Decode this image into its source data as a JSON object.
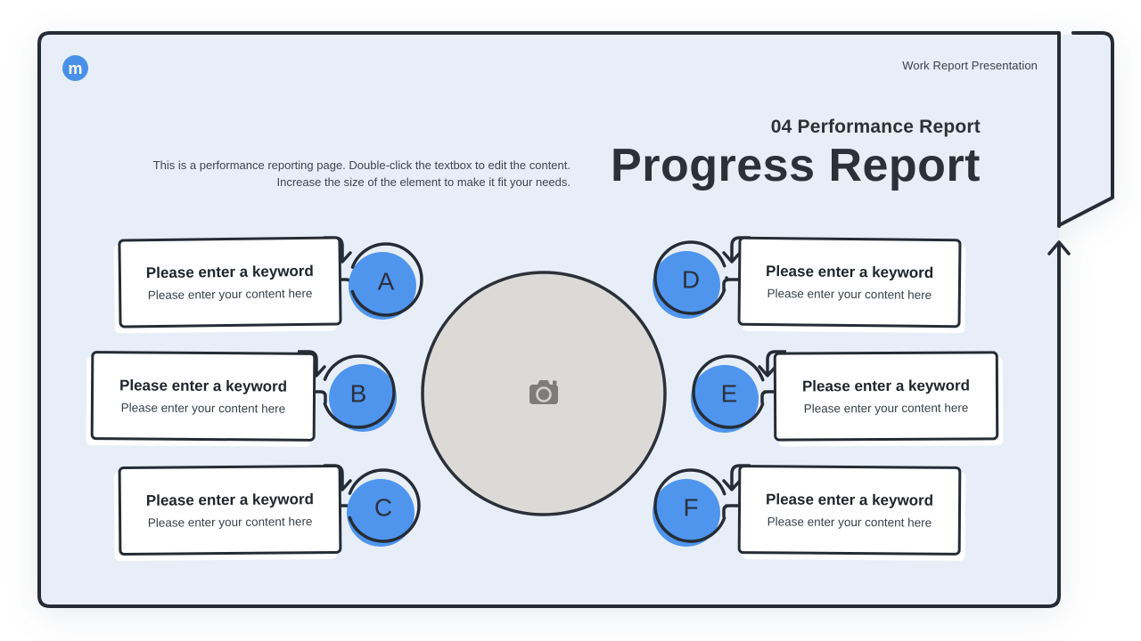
{
  "logo": {
    "letter": "m"
  },
  "header": {
    "presentation_label": "Work Report Presentation"
  },
  "title": {
    "kicker": "04 Performance Report",
    "main": "Progress Report"
  },
  "description": {
    "line1": "This is a performance reporting page. Double-click the textbox to edit the content.",
    "line2": "Increase the size of the element to make it fit your needs."
  },
  "items": [
    {
      "letter": "A",
      "keyword": "Please enter a keyword",
      "content": "Please enter your content here"
    },
    {
      "letter": "B",
      "keyword": "Please enter a keyword",
      "content": "Please enter your content here"
    },
    {
      "letter": "C",
      "keyword": "Please enter a keyword",
      "content": "Please enter your content here"
    },
    {
      "letter": "D",
      "keyword": "Please enter a keyword",
      "content": "Please enter your content here"
    },
    {
      "letter": "E",
      "keyword": "Please enter a keyword",
      "content": "Please enter your content here"
    },
    {
      "letter": "F",
      "keyword": "Please enter a keyword",
      "content": "Please enter your content here"
    }
  ],
  "image_placeholder": {
    "icon": "camera-icon"
  },
  "colors": {
    "accent_blue": "#4a90e8",
    "circle_blue": "#4f95ee",
    "outline_dark": "#262c35",
    "slide_background": "#e8eef7",
    "box_background": "#ffffff",
    "placeholder_gray": "#dcdad7",
    "icon_gray": "#7e7c7a"
  }
}
